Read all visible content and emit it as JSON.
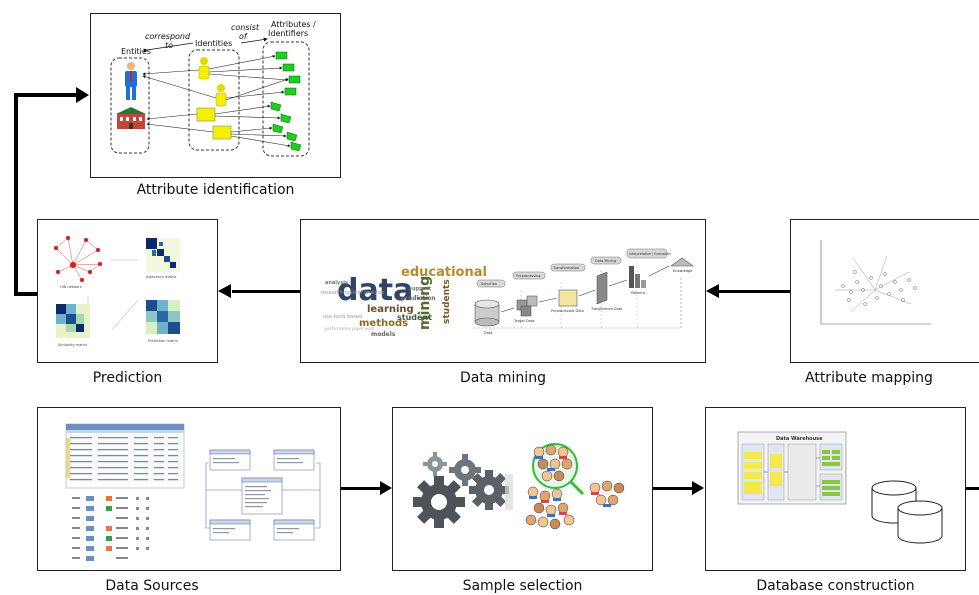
{
  "captions": {
    "attribute_identification": "Attribute identification",
    "prediction": "Prediction",
    "data_mining": "Data mining",
    "attribute_mapping": "Attribute mapping",
    "data_sources": "Data Sources",
    "sample_selection": "Sample selection",
    "database_construction": "Database construction"
  },
  "attribute_panel": {
    "entities": "Entities",
    "identities": "Identities",
    "attributes": "Attributes /",
    "identifiers": "Identifiers",
    "correspond": "correspond",
    "to": "to",
    "consist": "consist",
    "of": "of"
  },
  "prediction_panel": {
    "hin_network": "HIN network",
    "adjacency_matrix": "Adjacency matrix",
    "similarity_matrix": "Similarity matrix",
    "prediction_matrix": "Prediction matrix"
  },
  "data_mining_panel": {
    "cloud_data": "data",
    "cloud_educational": "educational",
    "cloud_mining": "mining",
    "cloud_learning": "learning",
    "cloud_methods": "methods",
    "cloud_student": "student",
    "cloud_students": "students",
    "cloud_prediction": "prediction",
    "cloud_models": "models",
    "cloud_analysis": "analysis",
    "cloud_support": "support",
    "pipeline_data": "Data",
    "pipeline_target": "Target Data",
    "pipeline_preprocessed": "Preprocessed Data",
    "pipeline_transformed": "Transformed Data",
    "pipeline_patterns": "Patterns",
    "pipeline_knowledge": "Knowledge",
    "step_selection": "Selection",
    "step_preprocessing": "Preprocessing",
    "step_transformation": "Transformation",
    "step_data_mining": "Data Mining",
    "step_interpretation": "Interpretation / Evaluation"
  },
  "warehouse_panel": {
    "title": "Data Warehouse"
  },
  "colors": {
    "line": "#000000",
    "panel_border": "#222222",
    "identity_yellow": "#f5f000",
    "attribute_green": "#22cc22",
    "person_blue": "#1e6fd6",
    "building_red": "#c2473a",
    "heatmap_dark": "#0b2a6b",
    "heatmap_light": "#e8f4c8"
  }
}
